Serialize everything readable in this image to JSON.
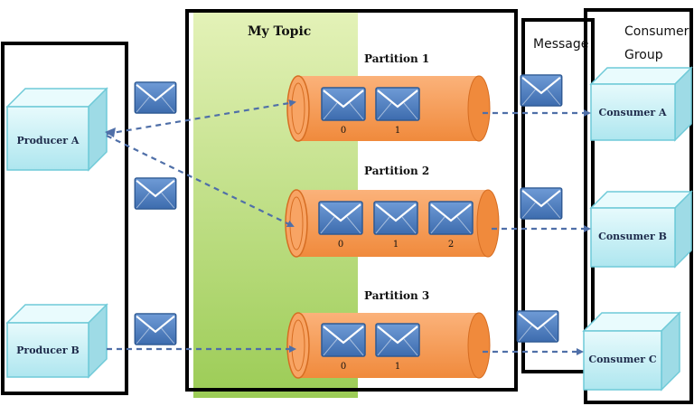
{
  "topic": {
    "title": "My Topic"
  },
  "message_column": {
    "label": "Message"
  },
  "consumer_group": {
    "label_line1": "Consumer",
    "label_line2": "Group"
  },
  "producers": [
    {
      "label": "Producer A"
    },
    {
      "label": "Producer B"
    }
  ],
  "partitions": [
    {
      "label": "Partition 1",
      "offsets": [
        "0",
        "1"
      ]
    },
    {
      "label": "Partition 2",
      "offsets": [
        "0",
        "1",
        "2"
      ]
    },
    {
      "label": "Partition 3",
      "offsets": [
        "0",
        "1"
      ]
    }
  ],
  "consumers": [
    {
      "label": "Consumer A"
    },
    {
      "label": "Consumer B"
    },
    {
      "label": "Consumer C"
    }
  ],
  "colors": {
    "topic_fill": "#c6e08c",
    "partition_fill": "#f79646",
    "envelope_fill": "#4f81bd",
    "box_fill": "#c8eff5",
    "box_stroke": "#6fcad8",
    "arrow": "#4f6fa8",
    "frame": "#000000"
  }
}
